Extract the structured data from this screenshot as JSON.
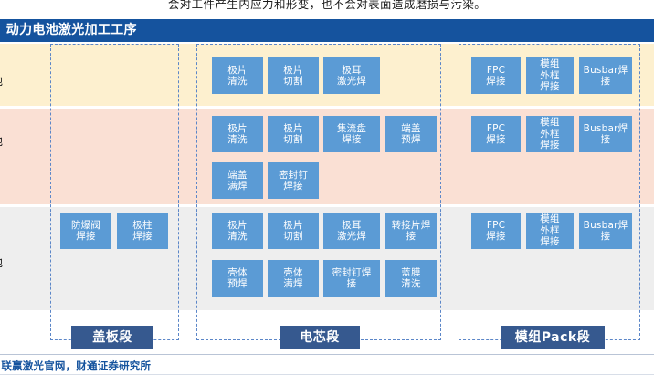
{
  "top_paragraph": "会对工件产生内应力和形变，也不会对表面造成磨损与污染。",
  "section_header": ". 动力电池激光加工工序",
  "colors": {
    "header_blue": "#15539e",
    "cell_blue": "#5b9bd5",
    "stage_blue": "#36598f",
    "dash_blue": "#5b86c8",
    "band_1": "#fdf0cf",
    "band_2": "#fae0d4",
    "band_3": "#eeeeee"
  },
  "rows": [
    {
      "label": "电池",
      "cover_stage": [],
      "cell_stage": [
        "极片\n清洗",
        "极片\n切割",
        "极耳\n激光焊"
      ],
      "module_stage": [
        "FPC\n焊接",
        "模组\n外框\n焊接",
        "Busbar焊\n接"
      ]
    },
    {
      "label": "电池",
      "cover_stage": [],
      "cell_stage": [
        "极片\n清洗",
        "极片\n切割",
        "集流盘\n焊接",
        "端盖\n预焊",
        "端盖\n满焊",
        "密封钉\n焊接"
      ],
      "module_stage": [
        "FPC\n焊接",
        "模组\n外框\n焊接",
        "Busbar焊\n接"
      ]
    },
    {
      "label": "电池",
      "cover_stage": [
        "防爆阀\n焊接",
        "极柱\n焊接"
      ],
      "cell_stage": [
        "极片\n清洗",
        "极片\n切割",
        "极耳\n激光焊",
        "转接片焊\n接",
        "壳体\n预焊",
        "壳体\n满焊",
        "密封钉焊\n接",
        "蓝膜\n清洗"
      ],
      "module_stage": [
        "FPC\n焊接",
        "模组\n外框\n焊接",
        "Busbar焊\n接"
      ]
    }
  ],
  "stages": [
    {
      "label": "盖板段"
    },
    {
      "label": "电芯段"
    },
    {
      "label": "模组Pack段"
    }
  ],
  "footer": "源：联赢激光官网，财通证券研究所"
}
